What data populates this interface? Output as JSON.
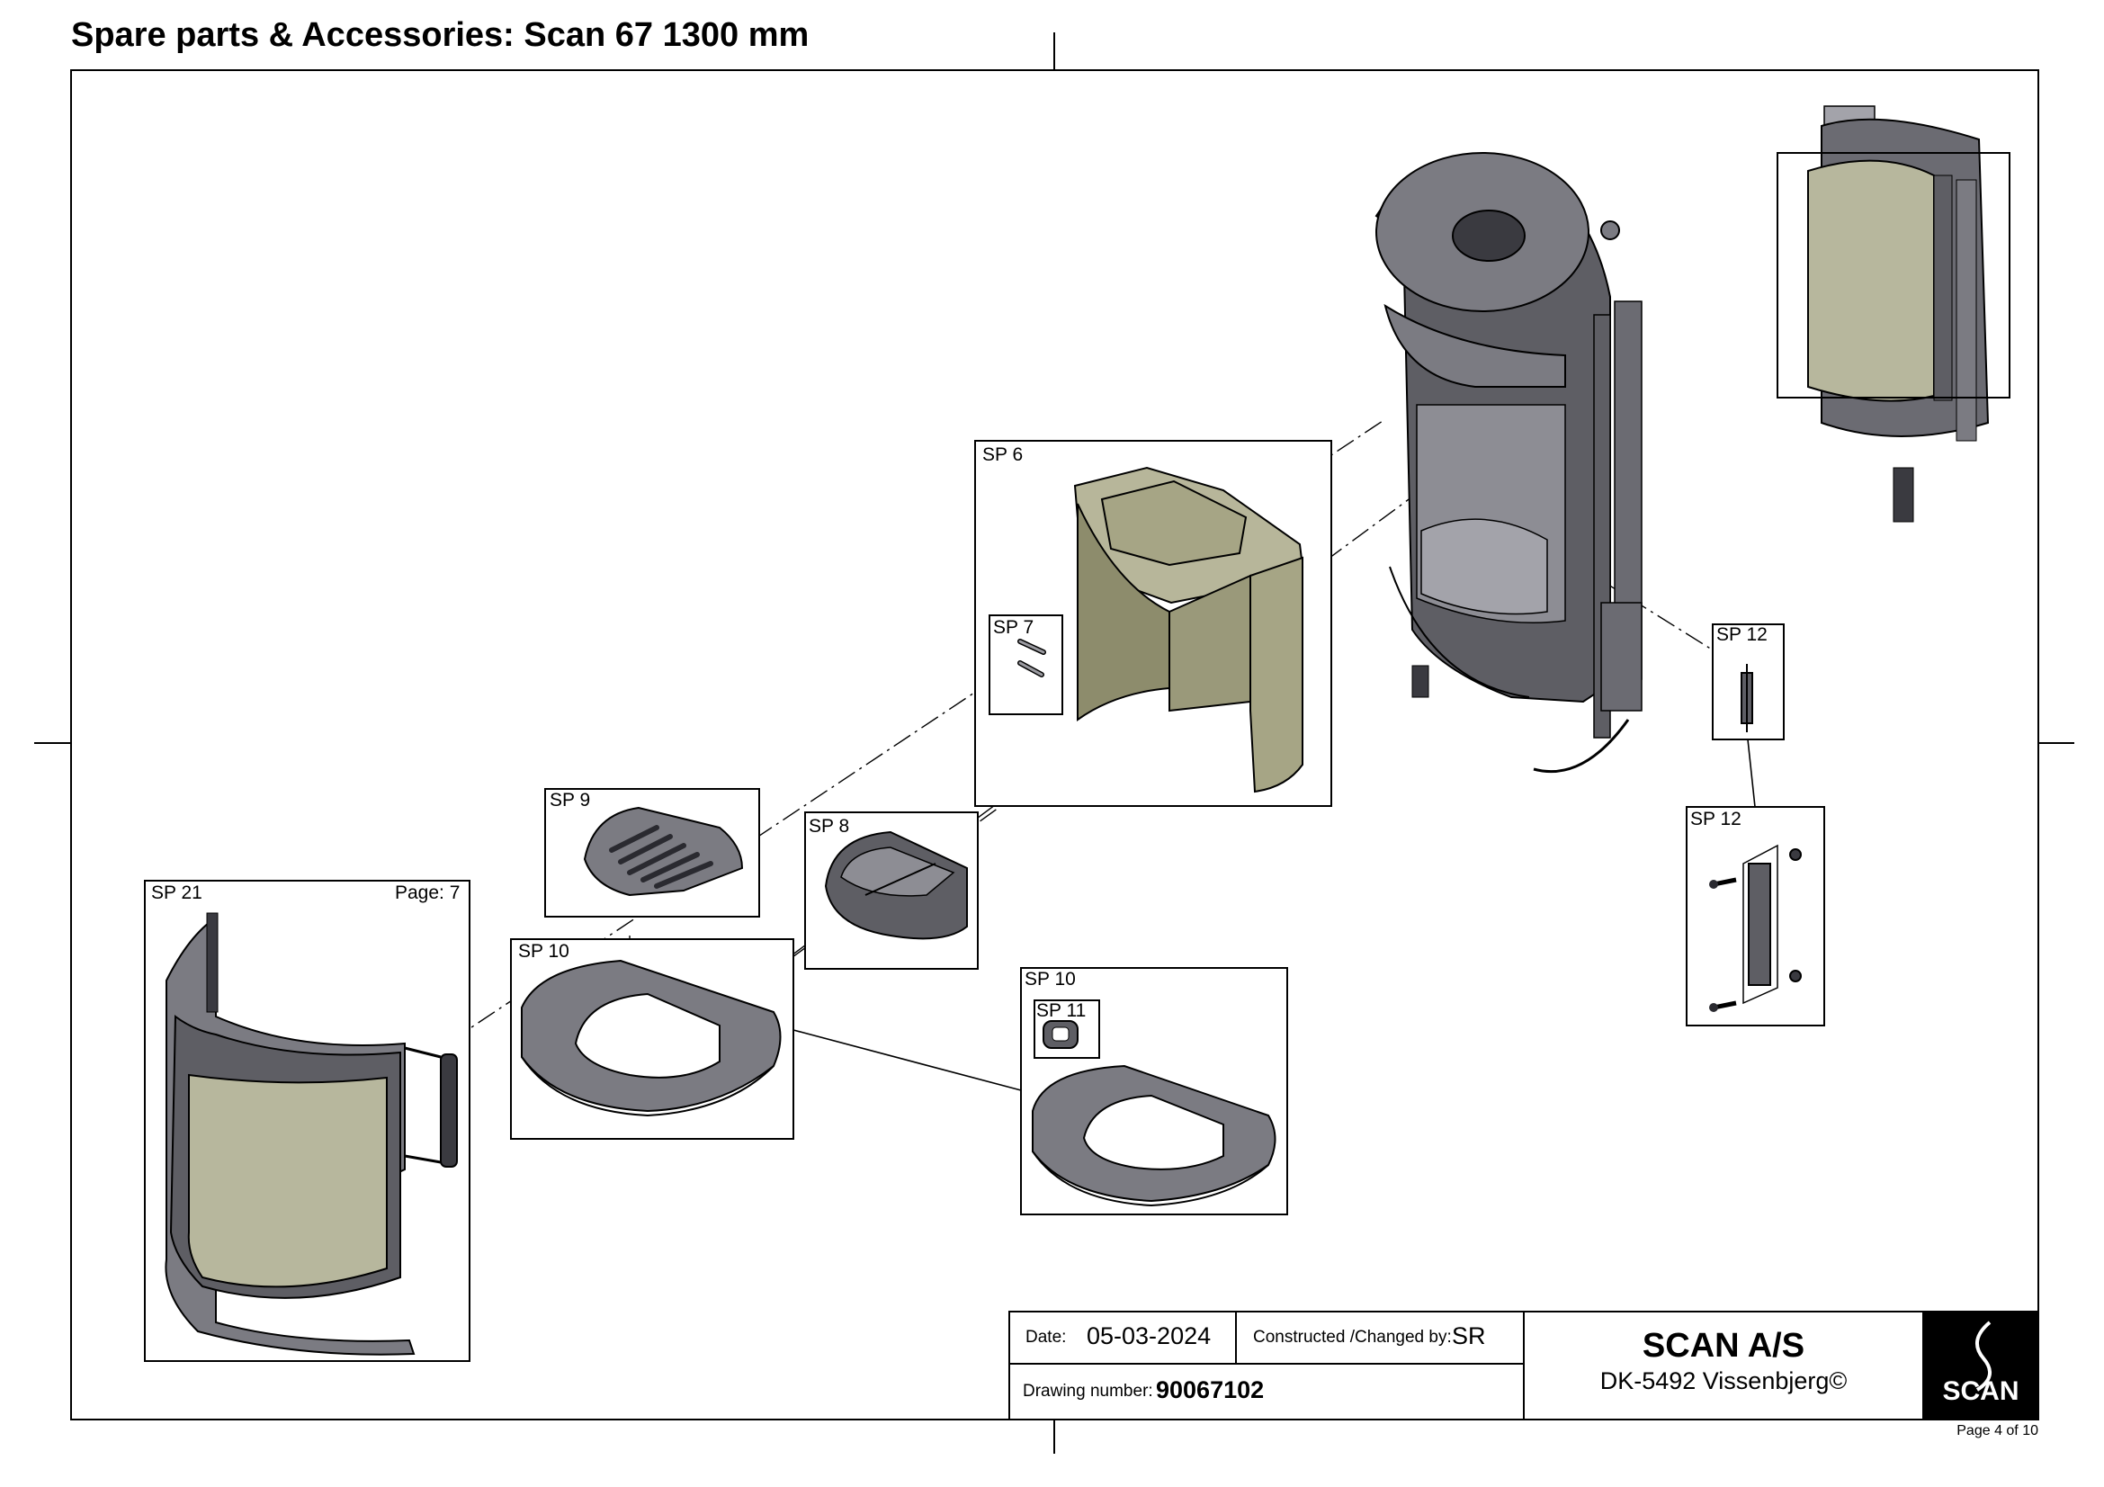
{
  "title": "Spare parts & Accessories: Scan 67 1300 mm",
  "callouts": {
    "sp6": "SP 6",
    "sp7": "SP 7",
    "sp8": "SP 8",
    "sp9": "SP 9",
    "sp10a": "SP 10",
    "sp10b": "SP 10",
    "sp11": "SP 11",
    "sp12a": "SP 12",
    "sp12b": "SP 12",
    "sp21": "SP 21",
    "sp21_page": "Page: 7"
  },
  "title_block": {
    "date_label": "Date:",
    "date_value": "05-03-2024",
    "changed_label": "Constructed /Changed by:",
    "changed_value": "SR",
    "drawing_label": "Drawing number:",
    "drawing_value": "90067102",
    "company": "SCAN  A/S",
    "address": "DK-5492 Vissenbjerg©",
    "logo_text": "SCAN"
  },
  "page_number": "Page 4 of 10",
  "colors": {
    "metal_dark": "#5e5e64",
    "metal_mid": "#7b7b82",
    "metal_light": "#a3a3aa",
    "glass": "#b7b79d",
    "vermiculite": "#a6a585",
    "frame": "#000000",
    "logo_bg": "#000000"
  }
}
